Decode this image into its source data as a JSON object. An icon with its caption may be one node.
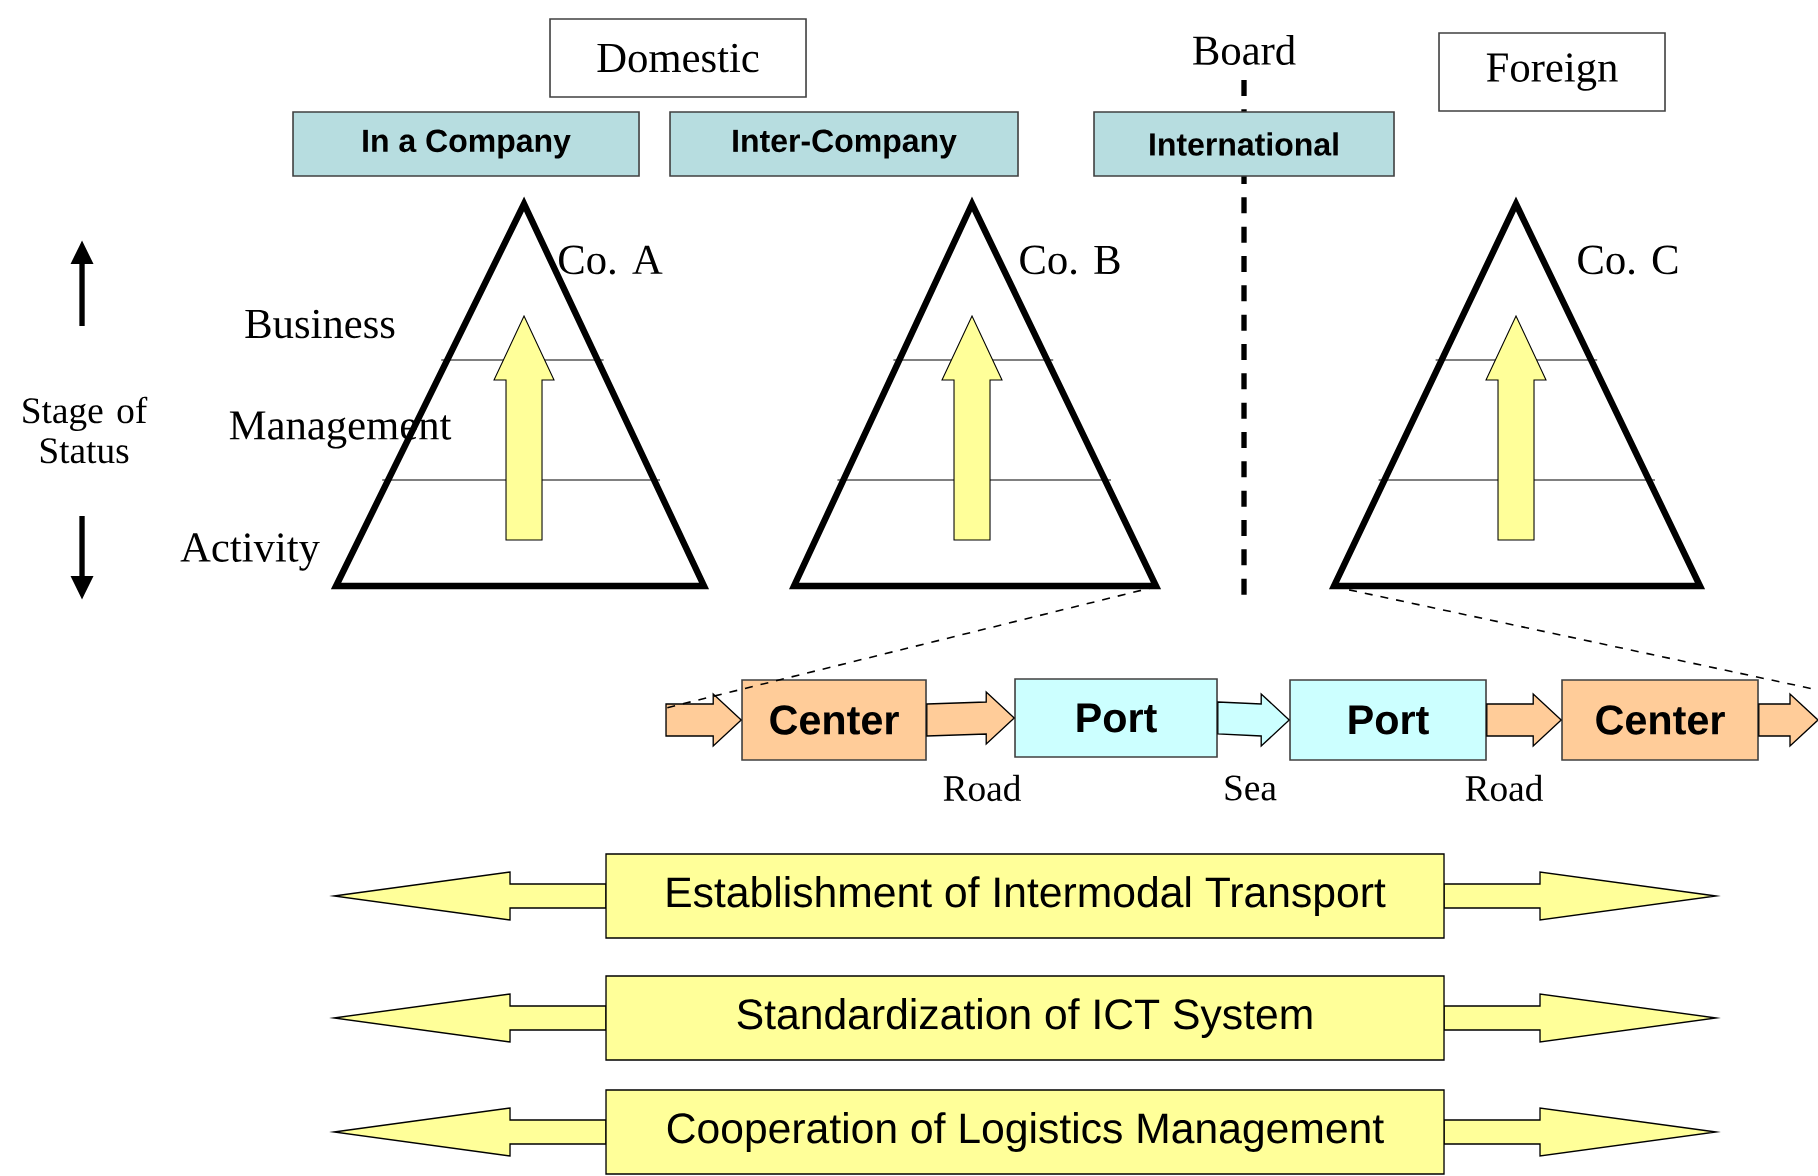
{
  "diagram": {
    "nodes": [
      {
        "text": [
          "Domestic"
        ]
      },
      {
        "text": [
          "Foreign"
        ]
      },
      {
        "text": [
          "In a Company"
        ]
      },
      {
        "text": [
          "Inter-Company"
        ]
      },
      {
        "text": [
          "International"
        ]
      },
      {
        "text": [
          "Co. A"
        ]
      },
      {
        "text": [
          "Co. B"
        ]
      },
      {
        "text": [
          "Co. C"
        ]
      },
      {
        "text": [
          "Center"
        ]
      },
      {
        "text": [
          "Port"
        ]
      },
      {
        "text": [
          "Port"
        ]
      },
      {
        "text": [
          "Center"
        ]
      },
      {
        "text": [
          "Establishment of Intermodal Transport"
        ]
      },
      {
        "text": [
          "Standardization of ICT System"
        ]
      },
      {
        "text": [
          "Cooperation of Logistics Management"
        ]
      }
    ],
    "edges": [
      {
        "from": null,
        "to": 8,
        "arrow": "to"
      },
      {
        "from": 8,
        "to": 9,
        "arrow": "to",
        "label": "Road"
      },
      {
        "from": 9,
        "to": 10,
        "arrow": "to",
        "label": "Sea",
        "color": "#ccffff"
      },
      {
        "from": 10,
        "to": 11,
        "arrow": "to",
        "label": "Road"
      },
      {
        "from": 11,
        "to": null,
        "arrow": "to"
      },
      {
        "from": 6,
        "to": null,
        "arrow": "none",
        "style": "dashed"
      },
      {
        "from": 7,
        "to": null,
        "arrow": "none",
        "style": "dashed"
      }
    ],
    "labels": [
      "Board",
      "Business",
      "Stage of Status",
      "Management",
      "Activity"
    ]
  }
}
